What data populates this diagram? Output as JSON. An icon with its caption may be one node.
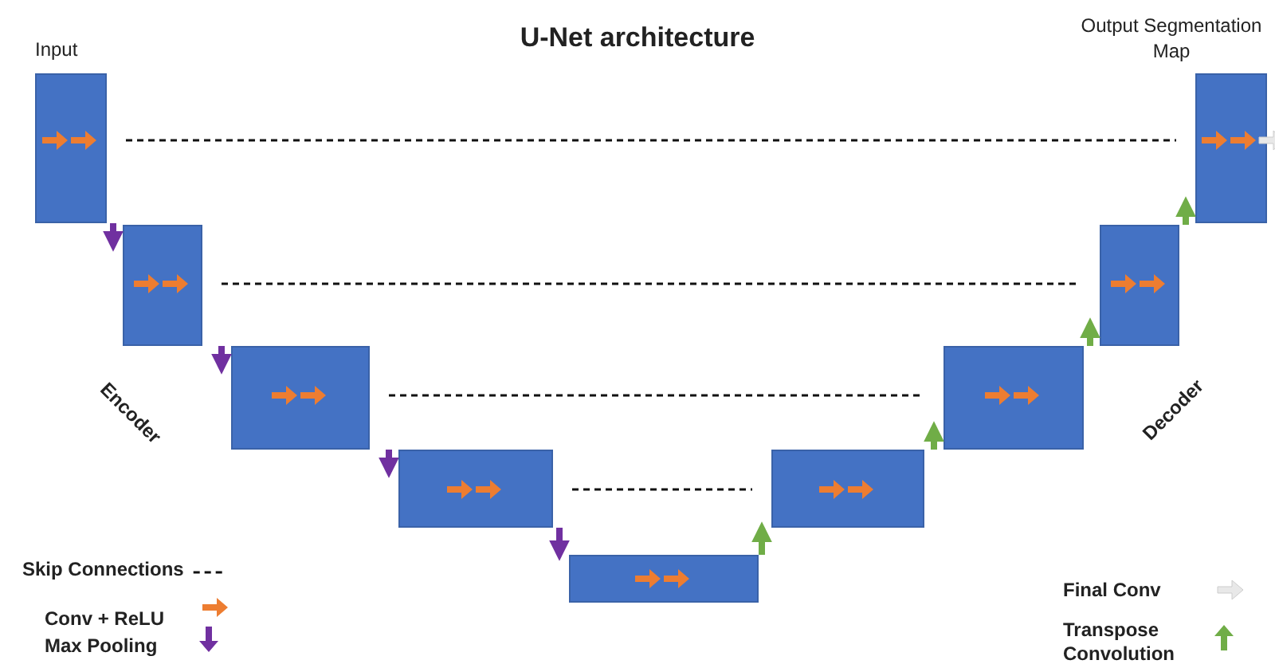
{
  "diagram": {
    "title": "U-Net architecture",
    "nodes": [
      {
        "text": [],
        "shape": "box",
        "beside": [
          "Input"
        ]
      },
      {
        "text": [],
        "shape": "box"
      },
      {
        "text": [],
        "shape": "box"
      },
      {
        "text": [],
        "shape": "box"
      },
      {
        "text": [],
        "shape": "box"
      },
      {
        "text": [],
        "shape": "box"
      },
      {
        "text": [],
        "shape": "box"
      },
      {
        "text": [],
        "shape": "box"
      },
      {
        "text": [],
        "shape": "box",
        "beside": [
          "Output Segmentation Map"
        ]
      }
    ],
    "edges": [
      {
        "from": 0,
        "to": 8,
        "arrow": "none",
        "style": "dashed"
      },
      {
        "from": 1,
        "to": 7,
        "arrow": "none",
        "style": "dashed"
      },
      {
        "from": 2,
        "to": 6,
        "arrow": "none",
        "style": "dashed"
      },
      {
        "from": 3,
        "to": 5,
        "arrow": "none",
        "style": "dashed"
      },
      {
        "from": 0,
        "to": 1,
        "arrow": "to",
        "color": "#7030a0"
      },
      {
        "from": 1,
        "to": 2,
        "arrow": "to",
        "color": "#7030a0"
      },
      {
        "from": 2,
        "to": 3,
        "arrow": "to",
        "color": "#7030a0"
      },
      {
        "from": 3,
        "to": 4,
        "arrow": "to",
        "color": "#7030a0"
      },
      {
        "from": 4,
        "to": 5,
        "arrow": "to",
        "color": "#70ad47"
      },
      {
        "from": 5,
        "to": 6,
        "arrow": "to",
        "color": "#70ad47"
      },
      {
        "from": 6,
        "to": 7,
        "arrow": "to",
        "color": "#70ad47"
      },
      {
        "from": 7,
        "to": 8,
        "arrow": "to",
        "color": "#70ad47"
      }
    ],
    "labels": [
      "Encoder",
      "Decoder"
    ],
    "legend": [
      {
        "text": "Skip Connections"
      },
      {
        "text": "Conv + ReLU"
      },
      {
        "text": "Max Pooling"
      },
      {
        "text": "Final Conv"
      },
      {
        "text": "Transpose Convolution"
      }
    ]
  }
}
